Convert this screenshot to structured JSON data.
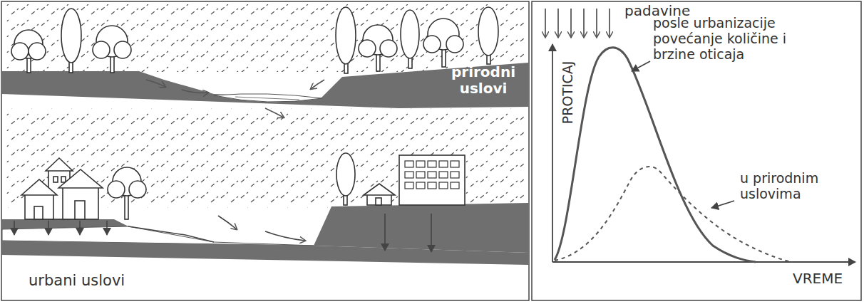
{
  "diagram": {
    "labels": [
      "prirodni uslovi",
      "urbani uslovi",
      "padavine",
      "posle urbanizacije povećanje količine i brzine oticaja",
      "u prirodnim uslovima",
      "PROTICAJ",
      "VREME"
    ]
  }
}
